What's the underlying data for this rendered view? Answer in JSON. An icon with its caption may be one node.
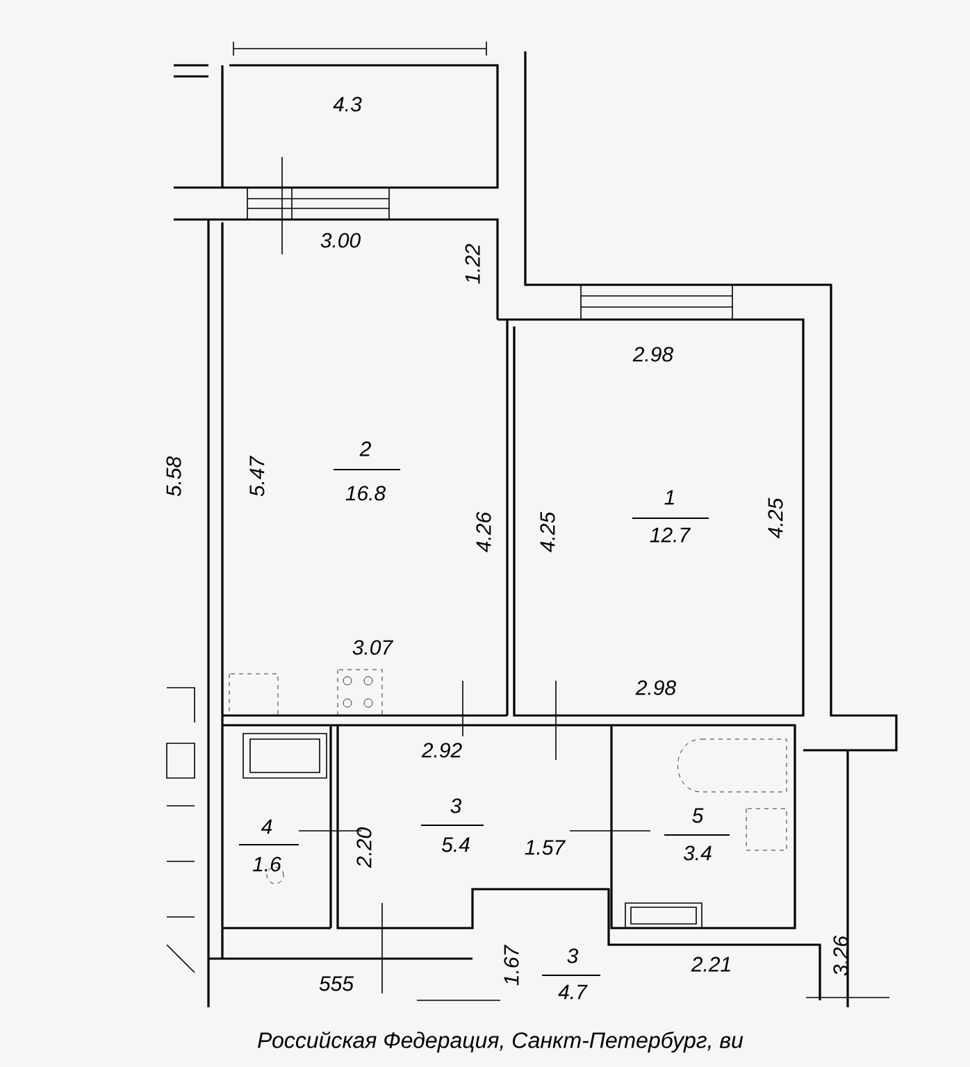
{
  "diagram": {
    "labels": [
      "4.3",
      "3.00",
      "1.22",
      "2.98",
      "5.58",
      "5.47",
      "2",
      "16.8",
      "4.26",
      "4.25",
      "1",
      "12.7",
      "4.25",
      "3.07",
      "2.98",
      "2.92",
      "4",
      "1.6",
      "2.20",
      "3",
      "5.4",
      "1.57",
      "5",
      "3.4",
      "3.26",
      "555",
      "1.67",
      "3",
      "4.7",
      "2.21",
      "Российская Федерация, Санкт-Петербург, ви"
    ]
  }
}
